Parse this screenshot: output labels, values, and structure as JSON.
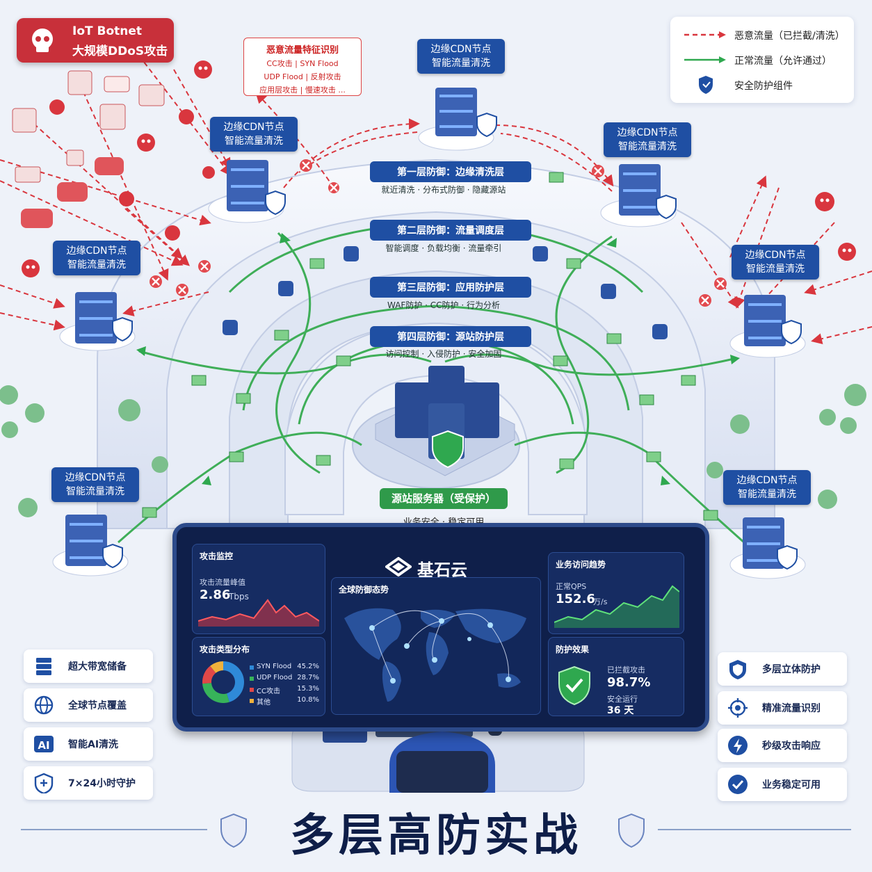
{
  "attack": {
    "line1": "IoT Botnet",
    "line2": "大规模DDoS攻击"
  },
  "feature_recognition": {
    "title": "恶意流量特征识别",
    "line1": "CC攻击 | SYN Flood",
    "line2": "UDP Flood | 反射攻击",
    "line3": "应用层攻击 | 慢速攻击 ..."
  },
  "legend": {
    "malicious": "恶意流量（已拦截/清洗）",
    "normal": "正常流量（允许通过）",
    "component": "安全防护组件",
    "colors": {
      "malicious": "#d9363e",
      "normal": "#2fa84f",
      "component": "#1f4fa3"
    }
  },
  "cdn_nodes": [
    {
      "line1": "边缘CDN节点",
      "line2": "智能流量清洗"
    },
    {
      "line1": "边缘CDN节点",
      "line2": "智能流量清洗"
    },
    {
      "line1": "边缘CDN节点",
      "line2": "智能流量清洗"
    },
    {
      "line1": "边缘CDN节点",
      "line2": "智能流量清洗"
    },
    {
      "line1": "边缘CDN节点",
      "line2": "智能流量清洗"
    },
    {
      "line1": "边缘CDN节点",
      "line2": "智能流量清洗"
    },
    {
      "line1": "边缘CDN节点",
      "line2": "智能流量清洗"
    }
  ],
  "layers": [
    {
      "title": "第一层防御：边缘清洗层",
      "sub": "就近清洗 · 分布式防御 · 隐藏源站"
    },
    {
      "title": "第二层防御：流量调度层",
      "sub": "智能调度 · 负载均衡 · 流量牵引"
    },
    {
      "title": "第三层防御：应用防护层",
      "sub": "WAF防护 · CC防护 · 行为分析"
    },
    {
      "title": "第四层防御：源站防护层",
      "sub": "访问控制 · 入侵防护 · 安全加固"
    }
  ],
  "origin": {
    "title": "源站服务器（受保护）",
    "sub": "业务安全 · 稳定可用"
  },
  "dashboard": {
    "brand": "基石云",
    "attack_monitor": {
      "title": "攻击监控",
      "label": "攻击流量峰值",
      "value": "2.86",
      "unit": "Tbps"
    },
    "global": {
      "title": "全球防御态势"
    },
    "trend": {
      "title": "业务访问趋势",
      "label": "正常QPS",
      "value": "152.6",
      "unit": "万/s"
    },
    "attack_types": {
      "title": "攻击类型分布",
      "items": [
        {
          "name": "SYN Flood",
          "pct": "45.2%",
          "value": 45.2,
          "color": "#2f8ad8"
        },
        {
          "name": "UDP Flood",
          "pct": "28.7%",
          "value": 28.7,
          "color": "#37b35a"
        },
        {
          "name": "CC攻击",
          "pct": "15.3%",
          "value": 15.3,
          "color": "#e04848"
        },
        {
          "name": "其他",
          "pct": "10.8%",
          "value": 10.8,
          "color": "#f0b23c"
        }
      ]
    },
    "protection": {
      "title": "防护效果",
      "label1": "已拦截攻击",
      "value1": "98.7%",
      "label2": "安全运行",
      "value2": "36 天"
    }
  },
  "features_left": [
    {
      "icon": "server-icon",
      "label": "超大带宽储备"
    },
    {
      "icon": "globe-icon",
      "label": "全球节点覆盖"
    },
    {
      "icon": "ai-icon",
      "label": "智能AI清洗"
    },
    {
      "icon": "shield-plus-icon",
      "label": "7×24小时守护"
    }
  ],
  "features_right": [
    {
      "icon": "shield-icon",
      "label": "多层立体防护"
    },
    {
      "icon": "target-icon",
      "label": "精准流量识别"
    },
    {
      "icon": "lightning-icon",
      "label": "秒级攻击响应"
    },
    {
      "icon": "check-icon",
      "label": "业务稳定可用"
    }
  ],
  "main_title": "多层高防实战"
}
